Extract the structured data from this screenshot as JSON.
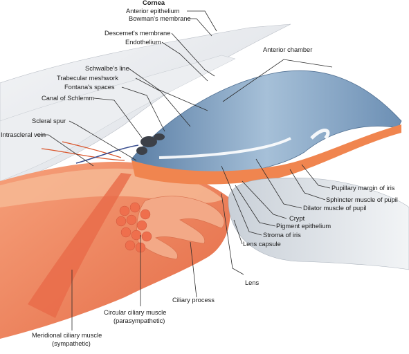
{
  "labels": {
    "cornea": "Cornea",
    "anterior_epithelium": "Anterior epithelium",
    "bowmans_membrane": "Bowman's membrane",
    "descemets_membrane": "Descemet's membrane",
    "endothelium": "Endothelium",
    "anterior_chamber": "Anterior chamber",
    "schwalbes_line": "Schwalbe's line",
    "trabecular_meshwork": "Trabecular meshwork",
    "fontanas_spaces": "Fontana's spaces",
    "canal_of_schlemm": "Canal of Schlemm",
    "scleral_spur": "Scleral spur",
    "intrascleral_vein": "Intrascleral vein",
    "pupillary_margin": "Pupillary margin of iris",
    "sphincter_muscle": "Sphincter muscle of pupil",
    "dilator_muscle": "Dilator muscle of pupil",
    "crypt": "Crypt",
    "pigment_epithelium": "Pigment epithelium",
    "stroma_of_iris": "Stroma of iris",
    "lens_capsule": "Lens capsule",
    "lens": "Lens",
    "ciliary_process": "Ciliary process",
    "circular_ciliary_muscle_1": "Circular ciliary muscle",
    "circular_ciliary_muscle_2": "(parasympathetic)",
    "meridional_ciliary_muscle_1": "Meridional ciliary muscle",
    "meridional_ciliary_muscle_2": "(sympathetic)"
  },
  "colors": {
    "iris_blue": "#7fa3c4",
    "muscle_orange": "#f08a62",
    "tissue_peach": "#f7c7a8",
    "lens_grey": "#dde3ea",
    "cornea_grey": "#e6e8ec"
  }
}
